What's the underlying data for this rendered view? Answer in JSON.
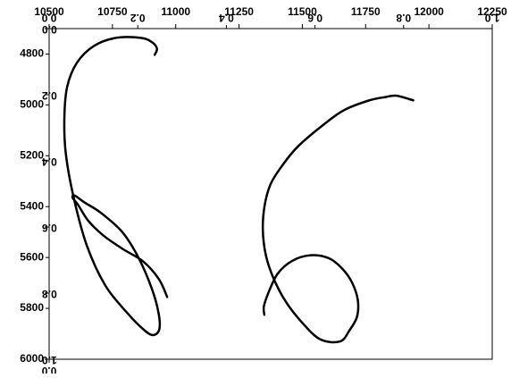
{
  "chart_data": {
    "type": "line",
    "title": "",
    "xlabel": "",
    "ylabel": "",
    "grid": false,
    "legend": "none",
    "note": "",
    "axes": [
      {
        "id": "bottom",
        "position": "bottom",
        "range": [
          0,
          1
        ],
        "ticks": [
          {
            "value": 0.0,
            "label": "0.0"
          }
        ]
      },
      {
        "id": "left-primary",
        "position": "left",
        "range": [
          0,
          1
        ],
        "inverted": true,
        "ticks": [
          {
            "value": 0.0,
            "label": "0.0"
          },
          {
            "value": 0.2,
            "label": "0.2"
          },
          {
            "value": 0.4,
            "label": "0.4"
          },
          {
            "value": 0.6,
            "label": "0.6"
          },
          {
            "value": 0.8,
            "label": "0.8"
          },
          {
            "value": 1.0,
            "label": "1.0"
          }
        ]
      },
      {
        "id": "left-secondary",
        "position": "left",
        "range": [
          4700,
          6000
        ],
        "inverted": true,
        "ticks": [
          {
            "value": 4800,
            "label": "4800"
          },
          {
            "value": 5000,
            "label": "5000"
          },
          {
            "value": 5200,
            "label": "5200"
          },
          {
            "value": 5400,
            "label": "5400"
          },
          {
            "value": 5600,
            "label": "5600"
          },
          {
            "value": 5800,
            "label": "5800"
          },
          {
            "value": 6000,
            "label": "6000"
          }
        ]
      },
      {
        "id": "top-primary",
        "position": "top",
        "range": [
          10500,
          12250
        ],
        "ticks": [
          {
            "value": 10500,
            "label": "10500"
          },
          {
            "value": 10750,
            "label": "10750"
          },
          {
            "value": 11000,
            "label": "11000"
          },
          {
            "value": 11250,
            "label": "11250"
          },
          {
            "value": 11500,
            "label": "11500"
          },
          {
            "value": 11750,
            "label": "11750"
          },
          {
            "value": 12000,
            "label": "12000"
          },
          {
            "value": 12250,
            "label": "12250"
          }
        ]
      },
      {
        "id": "top-secondary",
        "position": "top",
        "range": [
          0,
          1
        ],
        "ticks": [
          {
            "value": 0.0,
            "label": "0.0"
          },
          {
            "value": 0.2,
            "label": "0.2"
          },
          {
            "value": 0.4,
            "label": "0.4"
          },
          {
            "value": 0.6,
            "label": "0.6"
          },
          {
            "value": 0.8,
            "label": "0.8"
          },
          {
            "value": 1.0,
            "label": "1.0"
          }
        ]
      }
    ],
    "series": [
      {
        "color": "#000000",
        "x": [
          10917,
          10926,
          10907,
          10865,
          10767,
          10679,
          10610,
          10571,
          10560,
          10566,
          10596,
          10649,
          10723,
          10813,
          10874,
          10910,
          10935,
          10932,
          10905,
          10853,
          10789,
          10705,
          10639,
          10600,
          10593,
          10613,
          10655,
          10715,
          10790,
          10872,
          10934,
          10966
        ],
        "y": [
          4803,
          4779,
          4754,
          4737,
          4736,
          4767,
          4834,
          4930,
          5060,
          5193,
          5360,
          5553,
          5712,
          5823,
          5884,
          5905,
          5883,
          5817,
          5721,
          5601,
          5500,
          5425,
          5383,
          5356,
          5366,
          5391,
          5456,
          5514,
          5566,
          5616,
          5686,
          5755
        ]
      },
      {
        "color": "#000000",
        "x": [
          11938,
          11873,
          11828,
          11762,
          11670,
          11591,
          11483,
          11418,
          11374,
          11351,
          11344,
          11356,
          11386,
          11435,
          11501,
          11571,
          11649,
          11686,
          11716,
          11719,
          11696,
          11658,
          11605,
          11533,
          11460,
          11403,
          11366,
          11348,
          11350
        ],
        "y": [
          4982,
          4964,
          4969,
          4983,
          5018,
          5072,
          5163,
          5242,
          5313,
          5396,
          5490,
          5591,
          5681,
          5774,
          5858,
          5922,
          5930,
          5887,
          5833,
          5767,
          5698,
          5644,
          5603,
          5591,
          5613,
          5663,
          5739,
          5793,
          5825
        ]
      }
    ]
  }
}
